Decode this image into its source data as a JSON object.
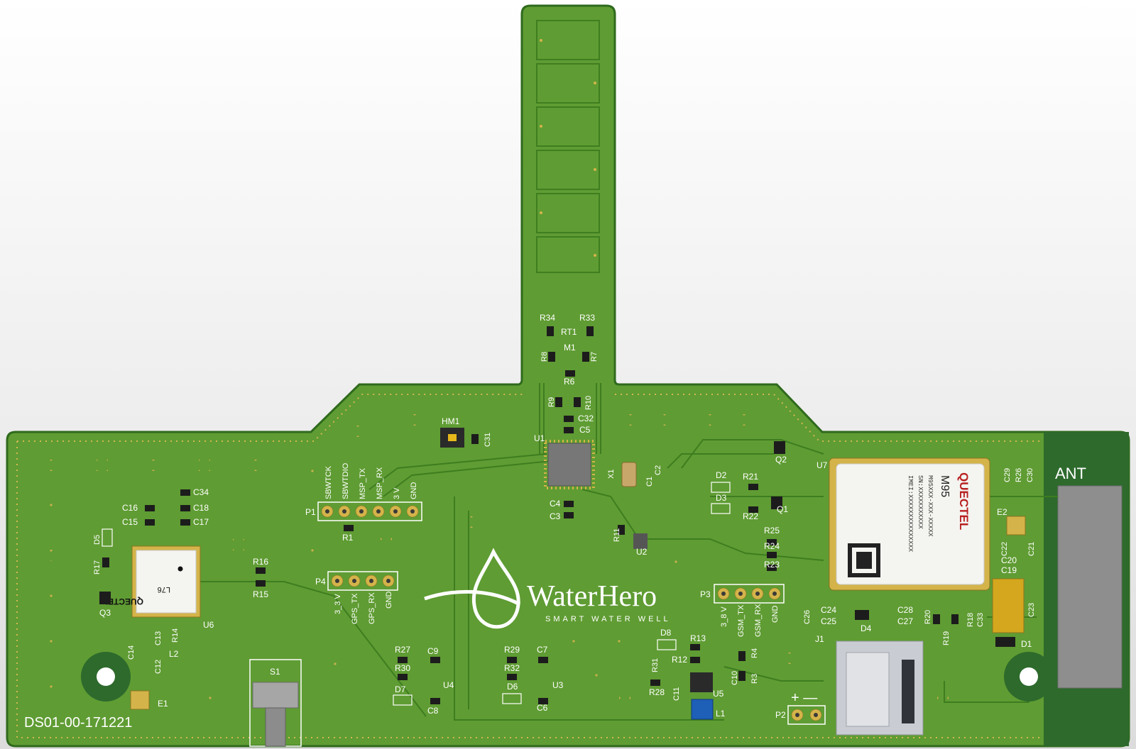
{
  "board": {
    "id_text": "DS01-00-171221",
    "antenna_label": "ANT",
    "logo": {
      "name": "WaterHero",
      "tagline": "SMART WATER WELL"
    }
  },
  "connectors": {
    "P1": {
      "ref": "P1",
      "pins": [
        "SBWTCK",
        "SBWTDIO",
        "MSP_TX",
        "MSP_RX",
        "3 V",
        "GND"
      ]
    },
    "P4": {
      "ref": "P4",
      "pins": [
        "3_3 V",
        "GPS_TX",
        "GPS_RX",
        "GND"
      ]
    },
    "P3": {
      "ref": "P3",
      "pins": [
        "3_8 V",
        "GSM_TX",
        "GSM_RX",
        "GND"
      ]
    },
    "P2": {
      "ref": "P2",
      "polarity": "+ —"
    }
  },
  "modules": {
    "gps": {
      "ref": "U6",
      "brand": "QUECTEL",
      "model": "L76"
    },
    "gsm": {
      "ref": "U7",
      "brand": "QUECTEL",
      "model": "M95",
      "lines": [
        "M95XXX-XXX-XXXXX",
        "SN:XXXXXXXXXXX",
        "IMEI:XXXXXXXXXXXXXXX"
      ]
    }
  },
  "designators": {
    "u1": "U1",
    "u2": "U2",
    "u3": "U3",
    "u4": "U4",
    "u5": "U5",
    "j1": "J1",
    "s1": "S1",
    "hm1": "HM1",
    "m1": "M1",
    "x1": "X1",
    "rt1": "RT1",
    "q1": "Q1",
    "q2": "Q2",
    "q3": "Q3",
    "d1": "D1",
    "d2": "D2",
    "d3": "D3",
    "d4": "D4",
    "d5": "D5",
    "d6": "D6",
    "d7": "D7",
    "d8": "D8",
    "e1": "E1",
    "e2": "E2",
    "l1": "L1",
    "l2": "L2",
    "r1": "R1",
    "r3": "R3",
    "r4": "R4",
    "r6": "R6",
    "r7": "R7",
    "r8": "R8",
    "r9": "R9",
    "r10": "R10",
    "r11": "R11",
    "r12": "R12",
    "r13": "R13",
    "r14": "R14",
    "r15": "R15",
    "r16": "R16",
    "r17": "R17",
    "r18": "R18",
    "r19": "R19",
    "r20": "R20",
    "r21": "R21",
    "r22": "R22",
    "r23": "R23",
    "r24": "R24",
    "r25": "R25",
    "r26": "R26",
    "r27": "R27",
    "r28": "R28",
    "r29": "R29",
    "r30": "R30",
    "r31": "R31",
    "r32": "R32",
    "r33": "R33",
    "r34": "R34",
    "c1": "C1",
    "c2": "C2",
    "c3": "C3",
    "c4": "C4",
    "c5": "C5",
    "c6": "C6",
    "c7": "C7",
    "c8": "C8",
    "c9": "C9",
    "c10": "C10",
    "c11": "C11",
    "c12": "C12",
    "c13": "C13",
    "c14": "C14",
    "c15": "C15",
    "c16": "C16",
    "c17": "C17",
    "c18": "C18",
    "c19": "C19",
    "c20": "C20",
    "c21": "C21",
    "c22": "C22",
    "c23": "C23",
    "c24": "C24",
    "c25": "C25",
    "c26": "C26",
    "c27": "C27",
    "c28": "C28",
    "c29": "C29",
    "c30": "C30",
    "c31": "C31",
    "c32": "C32",
    "c33": "C33",
    "c34": "C34"
  },
  "colors": {
    "pcb": "#5f9c33",
    "pcb_dark": "#2d6a2c",
    "copper": "#d4b44a",
    "silk": "#ffffff",
    "antenna": "#8e8e8e",
    "module": "#f4f4f0"
  }
}
